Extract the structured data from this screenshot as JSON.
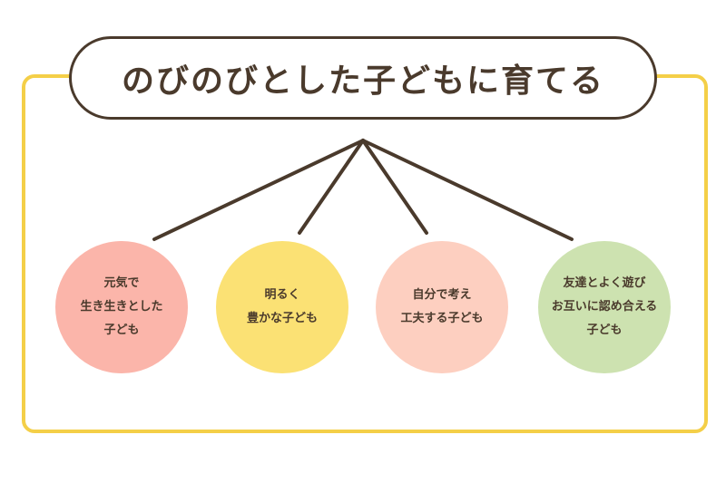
{
  "title": "のびのびとした子どもに育てる",
  "colors": {
    "frame": "#f4cf48",
    "line": "#4a3a2c"
  },
  "goals": [
    {
      "lines": [
        "元気で",
        "生き生きとした",
        "子ども"
      ],
      "color": "#fbb5aa"
    },
    {
      "lines": [
        "明るく",
        "豊かな子ども"
      ],
      "color": "#fbe174"
    },
    {
      "lines": [
        "自分で考え",
        "工夫する子ども"
      ],
      "color": "#fdcfc0"
    },
    {
      "lines": [
        "友達とよく遊び",
        "お互いに認め合える",
        "子ども"
      ],
      "color": "#cde2b0"
    }
  ]
}
